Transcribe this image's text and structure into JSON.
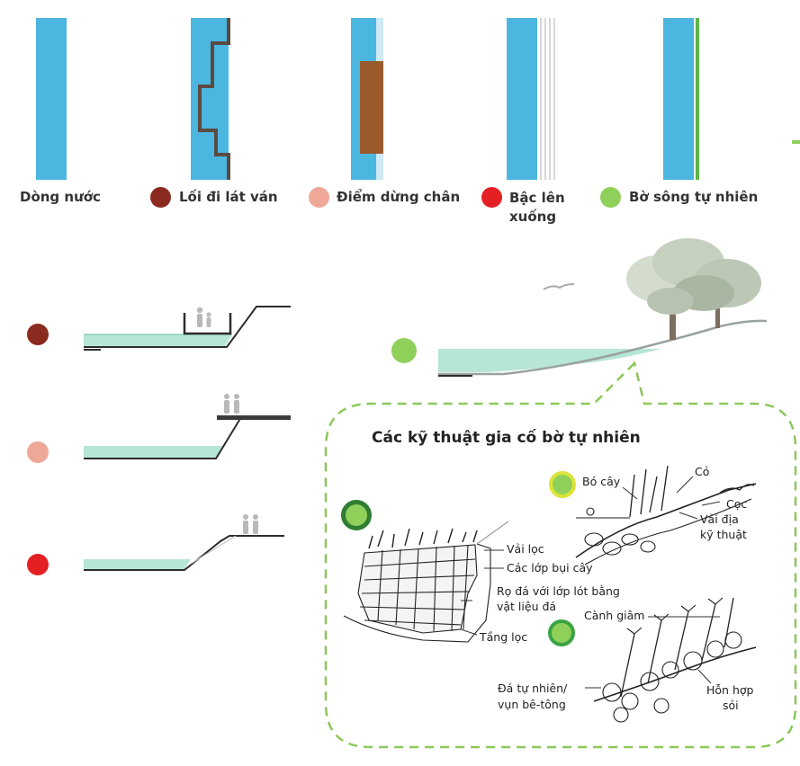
{
  "legend": {
    "items": [
      {
        "label": "Dòng nước",
        "color": ""
      },
      {
        "label": "Lối đi lát ván",
        "color": "#8b2a1e"
      },
      {
        "label": "Điểm dừng chân",
        "color": "#efa898"
      },
      {
        "label": "Bậc lên xuống",
        "color": "#e52025"
      },
      {
        "label": "Bờ sông tự nhiên",
        "color": "#8fd05a"
      }
    ]
  },
  "colors": {
    "water": "#4bb6e0",
    "water_section": "#b6e6d6",
    "boardwalk_brown": "#9a5a2b",
    "dashed_green": "#8dc75a",
    "ground_line": "#2c2c2c"
  },
  "panel": {
    "title": "Các kỹ thuật gia cố bờ tự nhiên",
    "labels": {
      "bo_cay": "Bó cây",
      "co": "Cỏ",
      "coc": "Cọc",
      "vai_dia_line1": "Vải địa",
      "vai_dia_line2": "kỹ thuật",
      "vai_loc": "Vải lọc",
      "cac_lop_bui_cay": "Các lớp bụi cây",
      "ro_da_line1": "Rọ đá với lớp lót bằng",
      "ro_da_line2": "vật liệu đá",
      "tang_loc": "Tầng lọc",
      "canh_giam": "Cành giâm",
      "da_tu_nhien_line1": "Đá tự nhiên/",
      "da_tu_nhien_line2": "vụn bê-tông",
      "hon_hop_line1": "Hỗn hợp",
      "hon_hop_line2": "sỏi"
    }
  }
}
